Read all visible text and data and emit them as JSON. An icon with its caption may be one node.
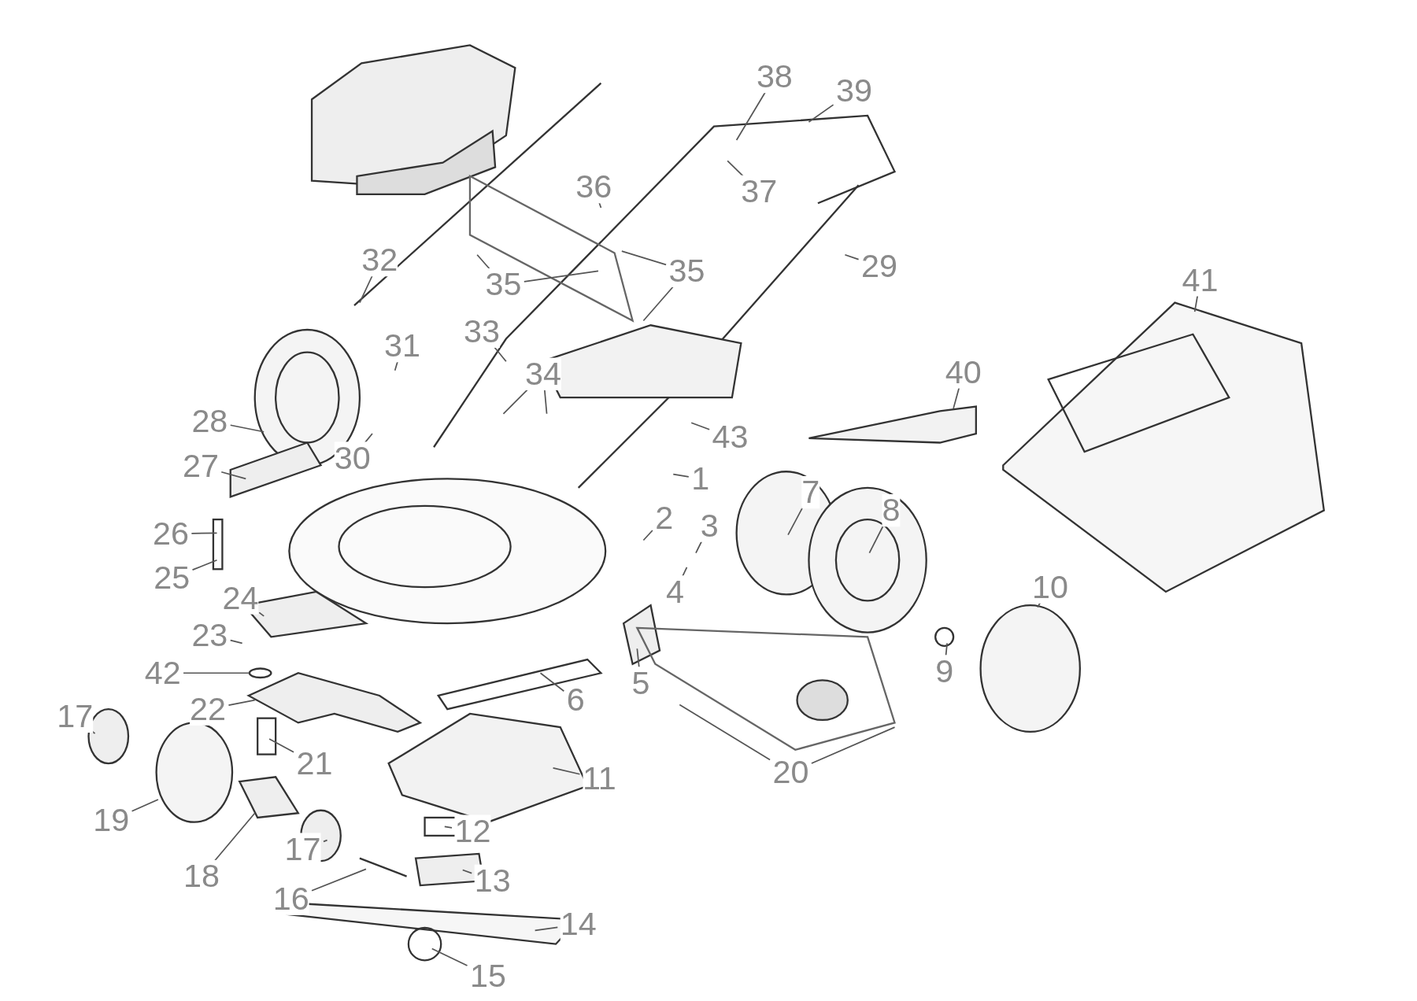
{
  "diagram": {
    "nodes": [
      {
        "text": [
          "38"
        ]
      },
      {
        "text": [
          "39"
        ]
      },
      {
        "text": [
          "37"
        ]
      },
      {
        "text": [
          "36"
        ]
      },
      {
        "text": [
          "32"
        ]
      },
      {
        "text": [
          "35"
        ]
      },
      {
        "text": [
          "35"
        ]
      },
      {
        "text": [
          "29"
        ]
      },
      {
        "text": [
          "41"
        ]
      },
      {
        "text": [
          "33"
        ]
      },
      {
        "text": [
          "31"
        ]
      },
      {
        "text": [
          "34"
        ]
      },
      {
        "text": [
          "40"
        ]
      },
      {
        "text": [
          "43"
        ]
      },
      {
        "text": [
          "28"
        ]
      },
      {
        "text": [
          "27"
        ]
      },
      {
        "text": [
          "30"
        ]
      },
      {
        "text": [
          "1"
        ]
      },
      {
        "text": [
          "26"
        ]
      },
      {
        "text": [
          "25"
        ]
      },
      {
        "text": [
          "2"
        ]
      },
      {
        "text": [
          "3"
        ]
      },
      {
        "text": [
          "4"
        ]
      },
      {
        "text": [
          "7"
        ]
      },
      {
        "text": [
          "8"
        ]
      },
      {
        "text": [
          "24"
        ]
      },
      {
        "text": [
          "23"
        ]
      },
      {
        "text": [
          "42"
        ]
      },
      {
        "text": [
          "22"
        ]
      },
      {
        "text": [
          "5"
        ]
      },
      {
        "text": [
          "6"
        ]
      },
      {
        "text": [
          "10"
        ]
      },
      {
        "text": [
          "9"
        ]
      },
      {
        "text": [
          "17"
        ]
      },
      {
        "text": [
          "21"
        ]
      },
      {
        "text": [
          "20"
        ]
      },
      {
        "text": [
          "11"
        ]
      },
      {
        "text": [
          "19"
        ]
      },
      {
        "text": [
          "12"
        ]
      },
      {
        "text": [
          "13"
        ]
      },
      {
        "text": [
          "18"
        ]
      },
      {
        "text": [
          "17"
        ]
      },
      {
        "text": [
          "16"
        ]
      },
      {
        "text": [
          "14"
        ]
      },
      {
        "text": [
          "15"
        ]
      }
    ],
    "edges": [
      {
        "from": 0,
        "to": null,
        "arrow": "none"
      },
      {
        "from": 1,
        "to": null,
        "arrow": "none"
      },
      {
        "from": 2,
        "to": null,
        "arrow": "none"
      },
      {
        "from": 3,
        "to": null,
        "arrow": "none"
      },
      {
        "from": 4,
        "to": null,
        "arrow": "none"
      },
      {
        "from": 5,
        "to": null,
        "arrow": "none"
      },
      {
        "from": 5,
        "to": null,
        "arrow": "none"
      },
      {
        "from": 6,
        "to": null,
        "arrow": "none"
      },
      {
        "from": 6,
        "to": null,
        "arrow": "none"
      },
      {
        "from": 7,
        "to": null,
        "arrow": "none"
      },
      {
        "from": 8,
        "to": null,
        "arrow": "none"
      },
      {
        "from": 9,
        "to": null,
        "arrow": "none"
      },
      {
        "from": 10,
        "to": null,
        "arrow": "none"
      },
      {
        "from": 11,
        "to": null,
        "arrow": "none"
      },
      {
        "from": 11,
        "to": null,
        "arrow": "none"
      },
      {
        "from": 12,
        "to": null,
        "arrow": "none"
      },
      {
        "from": 13,
        "to": null,
        "arrow": "none"
      },
      {
        "from": 14,
        "to": null,
        "arrow": "none"
      },
      {
        "from": 15,
        "to": null,
        "arrow": "none"
      },
      {
        "from": 16,
        "to": null,
        "arrow": "none"
      },
      {
        "from": 17,
        "to": null,
        "arrow": "none"
      },
      {
        "from": 18,
        "to": null,
        "arrow": "none"
      },
      {
        "from": 19,
        "to": null,
        "arrow": "none"
      },
      {
        "from": 20,
        "to": null,
        "arrow": "none"
      },
      {
        "from": 21,
        "to": null,
        "arrow": "none"
      },
      {
        "from": 22,
        "to": null,
        "arrow": "none"
      },
      {
        "from": 23,
        "to": null,
        "arrow": "none"
      },
      {
        "from": 24,
        "to": null,
        "arrow": "none"
      },
      {
        "from": 25,
        "to": null,
        "arrow": "none"
      },
      {
        "from": 26,
        "to": null,
        "arrow": "none"
      },
      {
        "from": 27,
        "to": null,
        "arrow": "none"
      },
      {
        "from": 28,
        "to": null,
        "arrow": "none"
      },
      {
        "from": 29,
        "to": null,
        "arrow": "none"
      },
      {
        "from": 30,
        "to": null,
        "arrow": "none"
      },
      {
        "from": 31,
        "to": null,
        "arrow": "none"
      },
      {
        "from": 32,
        "to": null,
        "arrow": "none"
      },
      {
        "from": 33,
        "to": null,
        "arrow": "none"
      },
      {
        "from": 34,
        "to": null,
        "arrow": "none"
      },
      {
        "from": 35,
        "to": null,
        "arrow": "none"
      },
      {
        "from": 35,
        "to": null,
        "arrow": "none"
      },
      {
        "from": 36,
        "to": null,
        "arrow": "none"
      },
      {
        "from": 37,
        "to": null,
        "arrow": "none"
      },
      {
        "from": 38,
        "to": null,
        "arrow": "none"
      },
      {
        "from": 39,
        "to": null,
        "arrow": "none"
      },
      {
        "from": 40,
        "to": null,
        "arrow": "none"
      },
      {
        "from": 41,
        "to": null,
        "arrow": "none"
      },
      {
        "from": 42,
        "to": null,
        "arrow": "none"
      },
      {
        "from": 43,
        "to": null,
        "arrow": "none"
      },
      {
        "from": 44,
        "to": null,
        "arrow": "none"
      }
    ]
  }
}
